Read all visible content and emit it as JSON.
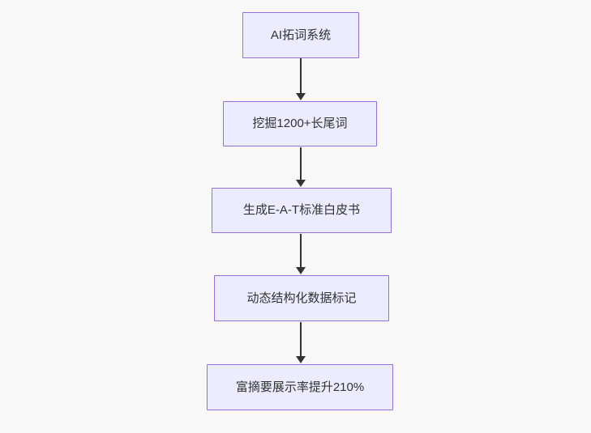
{
  "diagram": {
    "type": "flowchart",
    "direction": "top-down",
    "nodes": [
      {
        "label": "AI拓词系统"
      },
      {
        "label": "挖掘1200+长尾词"
      },
      {
        "label": "生成E-A-T标准白皮书"
      },
      {
        "label": "动态结构化数据标记"
      },
      {
        "label": "富摘要展示率提升210%"
      }
    ],
    "edges": [
      {
        "from": "AI拓词系统",
        "to": "挖掘1200+长尾词"
      },
      {
        "from": "挖掘1200+长尾词",
        "to": "生成E-A-T标准白皮书"
      },
      {
        "from": "生成E-A-T标准白皮书",
        "to": "动态结构化数据标记"
      },
      {
        "from": "动态结构化数据标记",
        "to": "富摘要展示率提升210%"
      }
    ],
    "colors": {
      "background": "#f8f8f8",
      "node_fill": "#ececff",
      "node_border": "#9370db",
      "arrow": "#333333",
      "text": "#333333"
    }
  }
}
